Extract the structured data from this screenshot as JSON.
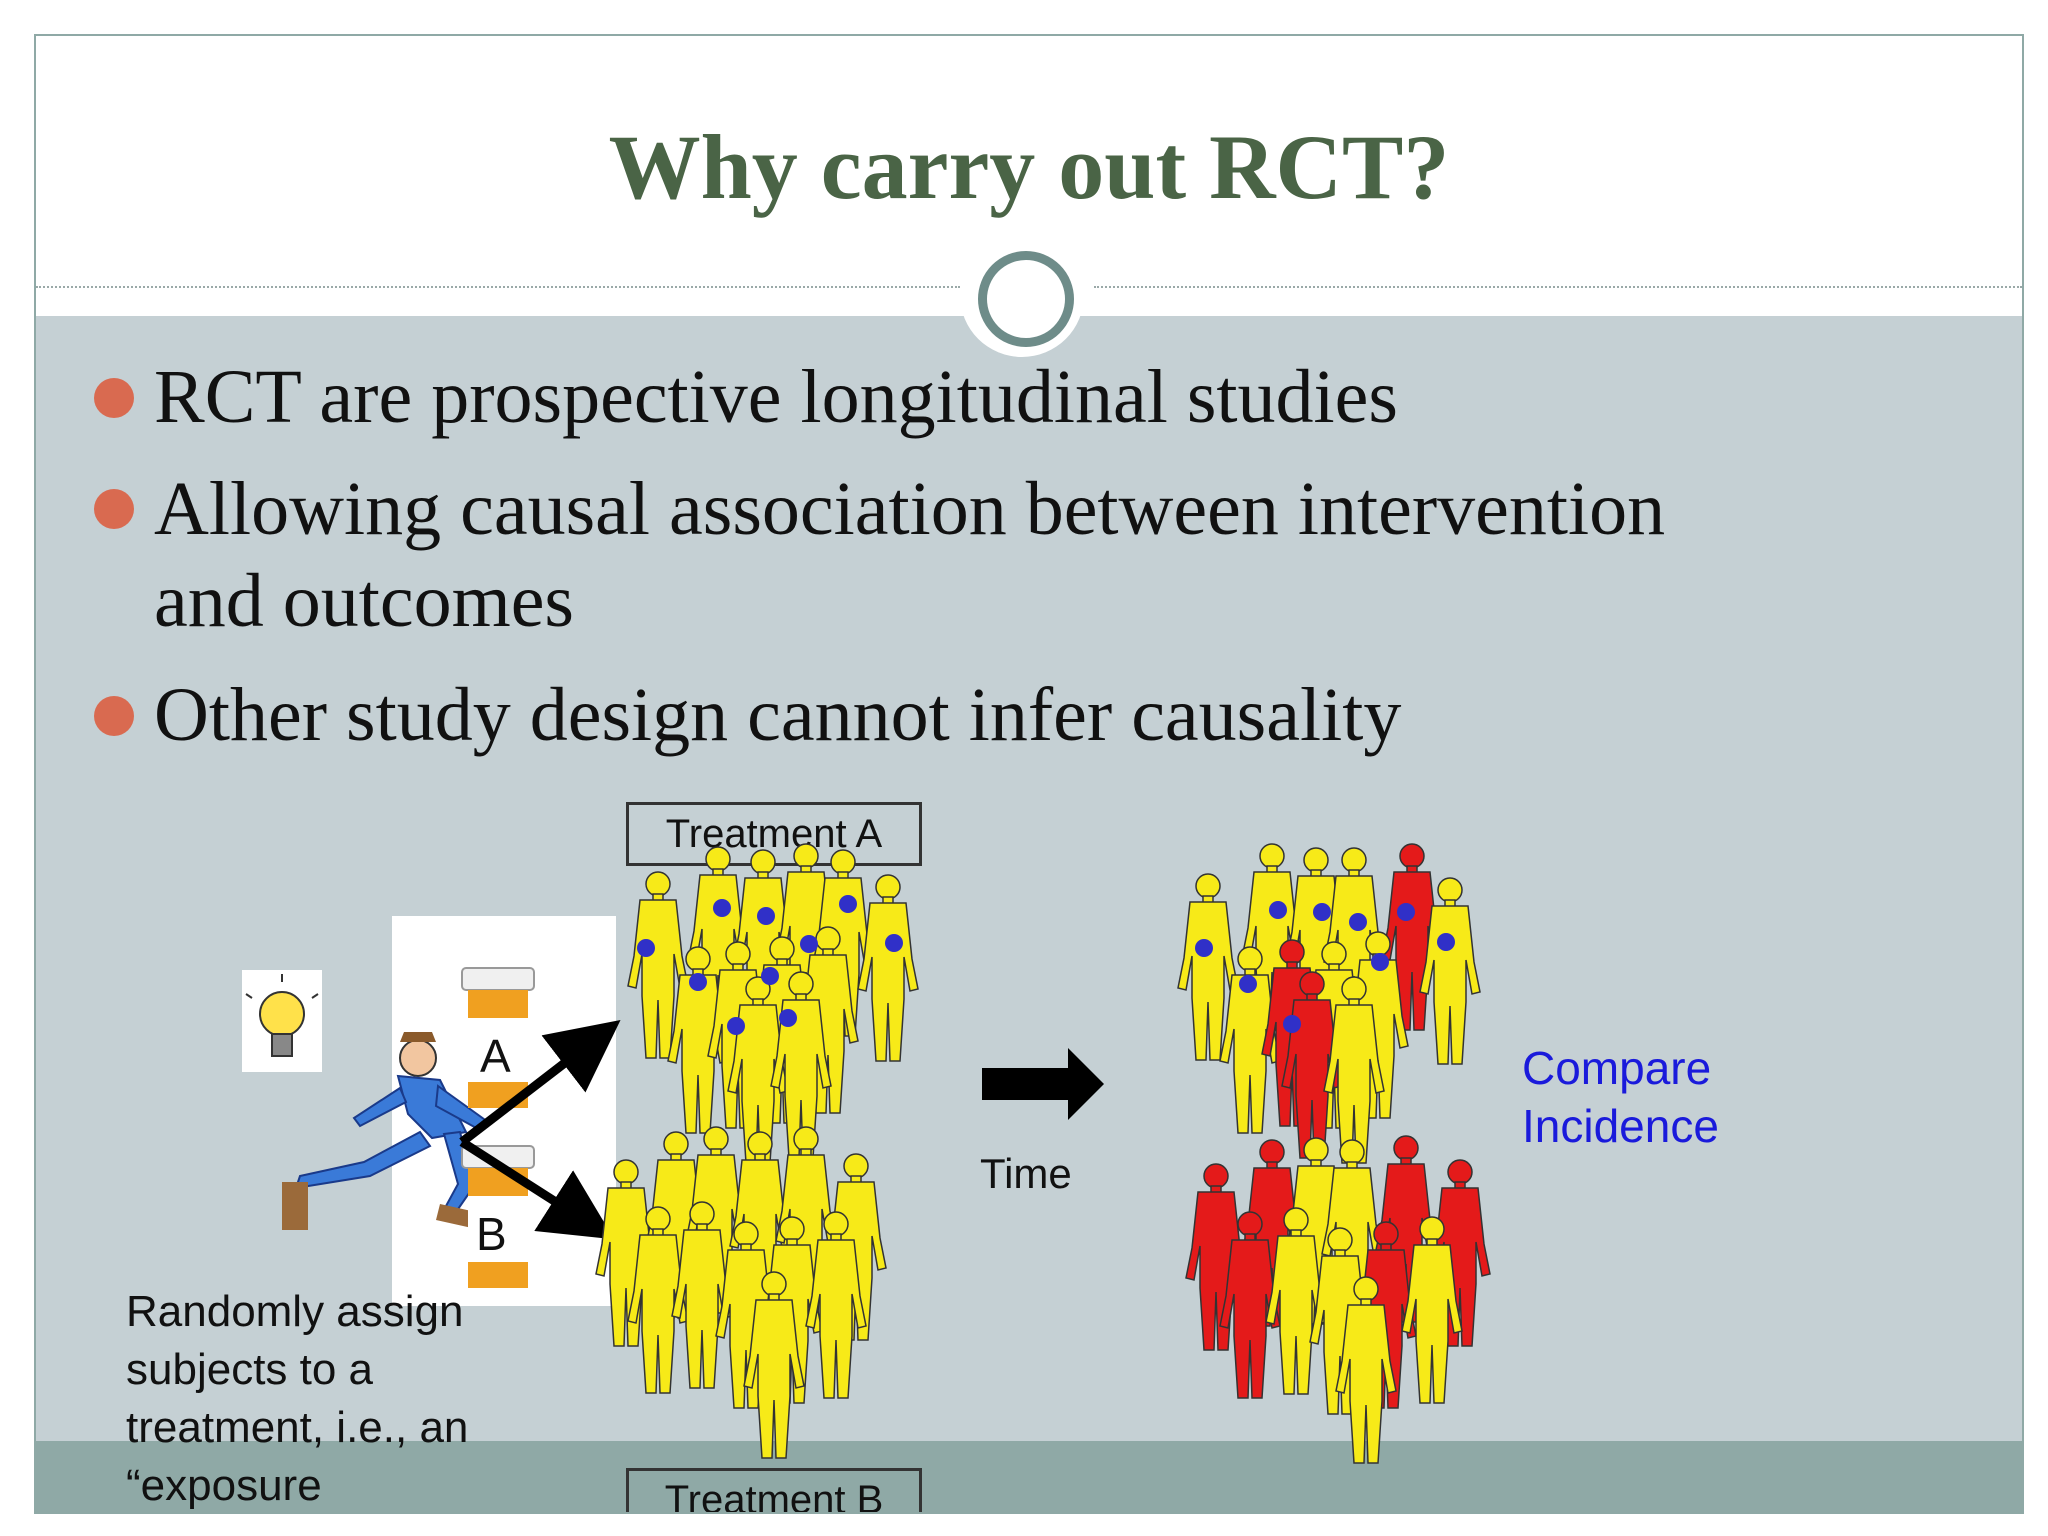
{
  "slide": {
    "title": "Why carry out RCT?",
    "bullets": [
      {
        "line1": "RCT are prospective longitudinal studies",
        "line2": ""
      },
      {
        "line1": " Allowing causal association between intervention",
        "line2": "and outcomes"
      },
      {
        "line1": "Other study design cannot infer causality",
        "line2": ""
      }
    ]
  },
  "diagram": {
    "treatment_a_label": "Treatment A",
    "treatment_b_label": "Treatment B",
    "bottle_a_label": "A",
    "bottle_b_label": "B",
    "time_label": "Time",
    "compare_line1": "Compare",
    "compare_line2": "Incidence",
    "random_assign_lines": [
      "Randomly assign",
      "subjects to a",
      "treatment, i.e., an",
      "“exposure"
    ]
  },
  "colors": {
    "title": "#4a6446",
    "bullet": "#d96a50",
    "body_bg": "#c5d0d4",
    "band": "#8fa9a6",
    "figure_yellow": "#f7ea18",
    "figure_red": "#e41a1a",
    "dot_blue": "#3030c8",
    "compare_text": "#1a1adb"
  }
}
